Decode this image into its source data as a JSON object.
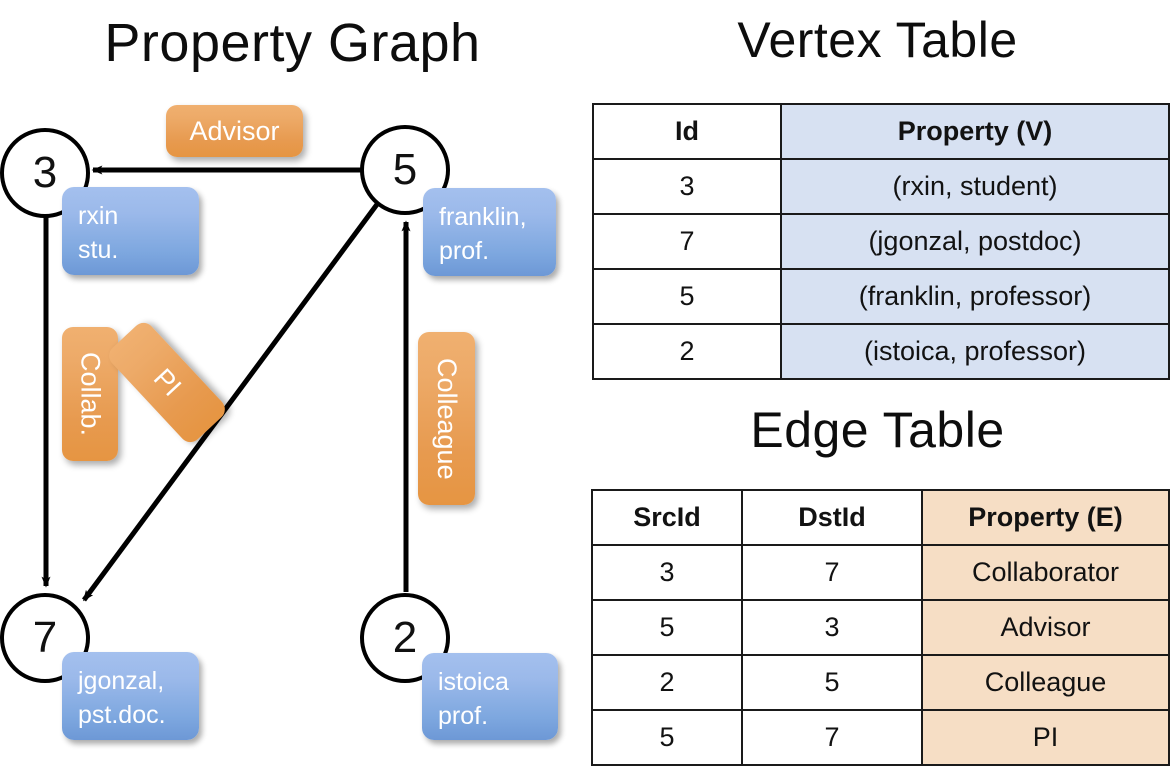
{
  "panels": {
    "graph_title": "Property Graph",
    "vertex_title": "Vertex Table",
    "edge_title": "Edge Table"
  },
  "colors": {
    "vertex_property_fill": "#d7e1f2",
    "edge_property_fill": "#f6dec5",
    "node_badge_blue": "#7da7df",
    "edge_badge_orange": "#e79a4f",
    "stroke": "#000000"
  },
  "graph": {
    "nodes": [
      {
        "id": "3",
        "property_lines": [
          "rxin",
          "stu."
        ]
      },
      {
        "id": "5",
        "property_lines": [
          "franklin,",
          "prof."
        ]
      },
      {
        "id": "7",
        "property_lines": [
          "jgonzal,",
          "pst.doc."
        ]
      },
      {
        "id": "2",
        "property_lines": [
          "istoica",
          "prof."
        ]
      }
    ],
    "edge_labels": [
      {
        "name": "advisor",
        "text": "Advisor",
        "orientation": "horizontal"
      },
      {
        "name": "collaborator",
        "text": "Collab.",
        "orientation": "vertical"
      },
      {
        "name": "pi",
        "text": "PI",
        "orientation": "diagonal"
      },
      {
        "name": "colleague",
        "text": "Colleague",
        "orientation": "vertical"
      }
    ],
    "edges": [
      {
        "from": "5",
        "to": "3",
        "label": "Advisor"
      },
      {
        "from": "3",
        "to": "7",
        "label": "Collab."
      },
      {
        "from": "5",
        "to": "7",
        "label": "PI"
      },
      {
        "from": "2",
        "to": "5",
        "label": "Colleague"
      }
    ]
  },
  "vertex_table": {
    "headers": [
      "Id",
      "Property (V)"
    ],
    "rows": [
      {
        "id": "3",
        "property": "(rxin, student)"
      },
      {
        "id": "7",
        "property": "(jgonzal, postdoc)"
      },
      {
        "id": "5",
        "property": "(franklin, professor)"
      },
      {
        "id": "2",
        "property": "(istoica, professor)"
      }
    ]
  },
  "edge_table": {
    "headers": [
      "SrcId",
      "DstId",
      "Property (E)"
    ],
    "rows": [
      {
        "src": "3",
        "dst": "7",
        "property": "Collaborator"
      },
      {
        "src": "5",
        "dst": "3",
        "property": "Advisor"
      },
      {
        "src": "2",
        "dst": "5",
        "property": "Colleague"
      },
      {
        "src": "5",
        "dst": "7",
        "property": "PI"
      }
    ]
  }
}
